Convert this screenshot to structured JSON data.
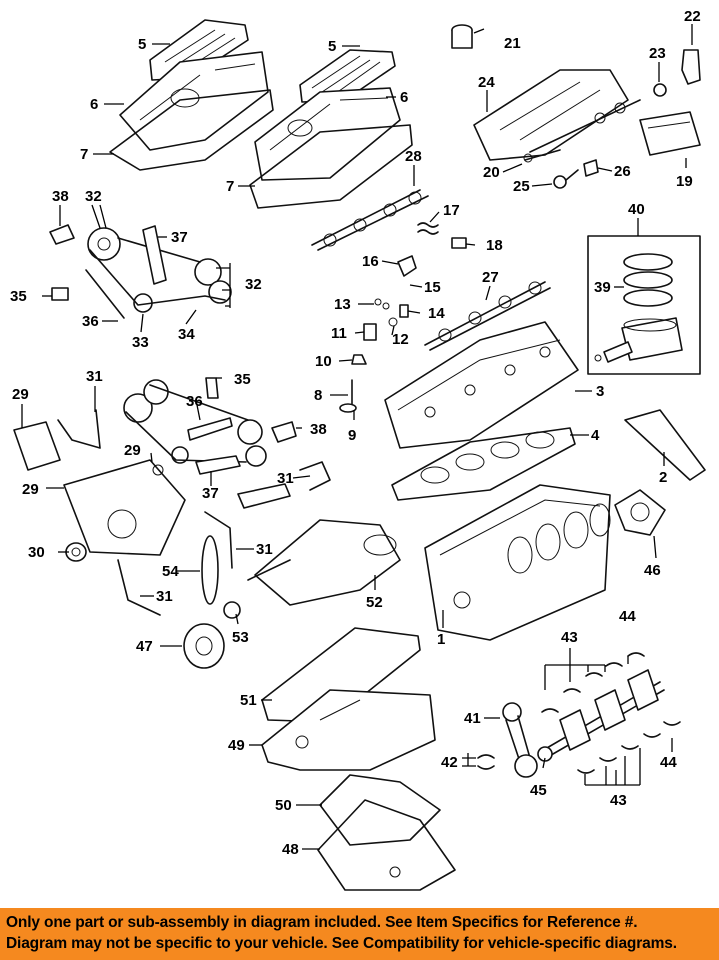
{
  "callouts": {
    "c1": "1",
    "c2": "2",
    "c3": "3",
    "c4": "4",
    "c5a": "5",
    "c5b": "5",
    "c6a": "6",
    "c6b": "6",
    "c7a": "7",
    "c7b": "7",
    "c8": "8",
    "c9": "9",
    "c10": "10",
    "c11": "11",
    "c12": "12",
    "c13": "13",
    "c14": "14",
    "c15": "15",
    "c16": "16",
    "c17": "17",
    "c18": "18",
    "c19": "19",
    "c20": "20",
    "c21": "21",
    "c22": "22",
    "c23": "23",
    "c24": "24",
    "c25": "25",
    "c26": "26",
    "c27": "27",
    "c28": "28",
    "c29a": "29",
    "c29b": "29",
    "c29c": "29",
    "c30": "30",
    "c31a": "31",
    "c31b": "31",
    "c31c": "31",
    "c31d": "31",
    "c32a": "32",
    "c32b": "32",
    "c33": "33",
    "c34": "34",
    "c35a": "35",
    "c35b": "35",
    "c36a": "36",
    "c36b": "36",
    "c37a": "37",
    "c37b": "37",
    "c38a": "38",
    "c38b": "38",
    "c39": "39",
    "c40": "40",
    "c41": "41",
    "c42": "42",
    "c43a": "43",
    "c43b": "43",
    "c44a": "44",
    "c44b": "44",
    "c45": "45",
    "c46": "46",
    "c47": "47",
    "c48": "48",
    "c49": "49",
    "c50": "50",
    "c51": "51",
    "c52": "52",
    "c53": "53",
    "c54": "54"
  },
  "footer": {
    "line1": "Only one part or sub-assembly in diagram included. See Item Specifics for Reference #.",
    "line2": "Diagram may not be specific to your vehicle. See Compatibility for vehicle-specific diagrams."
  },
  "colors": {
    "footer_background": "#f5891f",
    "ink": "#000000",
    "paper": "#ffffff"
  }
}
